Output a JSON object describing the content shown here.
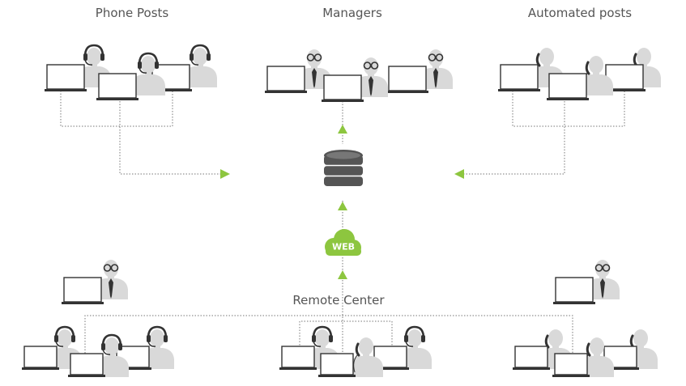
{
  "groups": {
    "phone_posts": "Phone Posts",
    "managers": "Managers",
    "automated_posts": "Automated posts",
    "remote_center": "Remote Center"
  },
  "cloud": {
    "label": "WEB"
  },
  "icons": {
    "laptop": "laptop-icon",
    "headset_operator": "headset-operator-icon",
    "manager": "manager-glasses-tie-icon",
    "phone_robot": "phone-handset-person-icon",
    "database": "database-icon",
    "arrow": "arrow-icon"
  },
  "colors": {
    "accent_green": "#8dc63f",
    "person_gray": "#d9d9d9",
    "database_gray": "#555555",
    "line_dotted": "#777777"
  }
}
